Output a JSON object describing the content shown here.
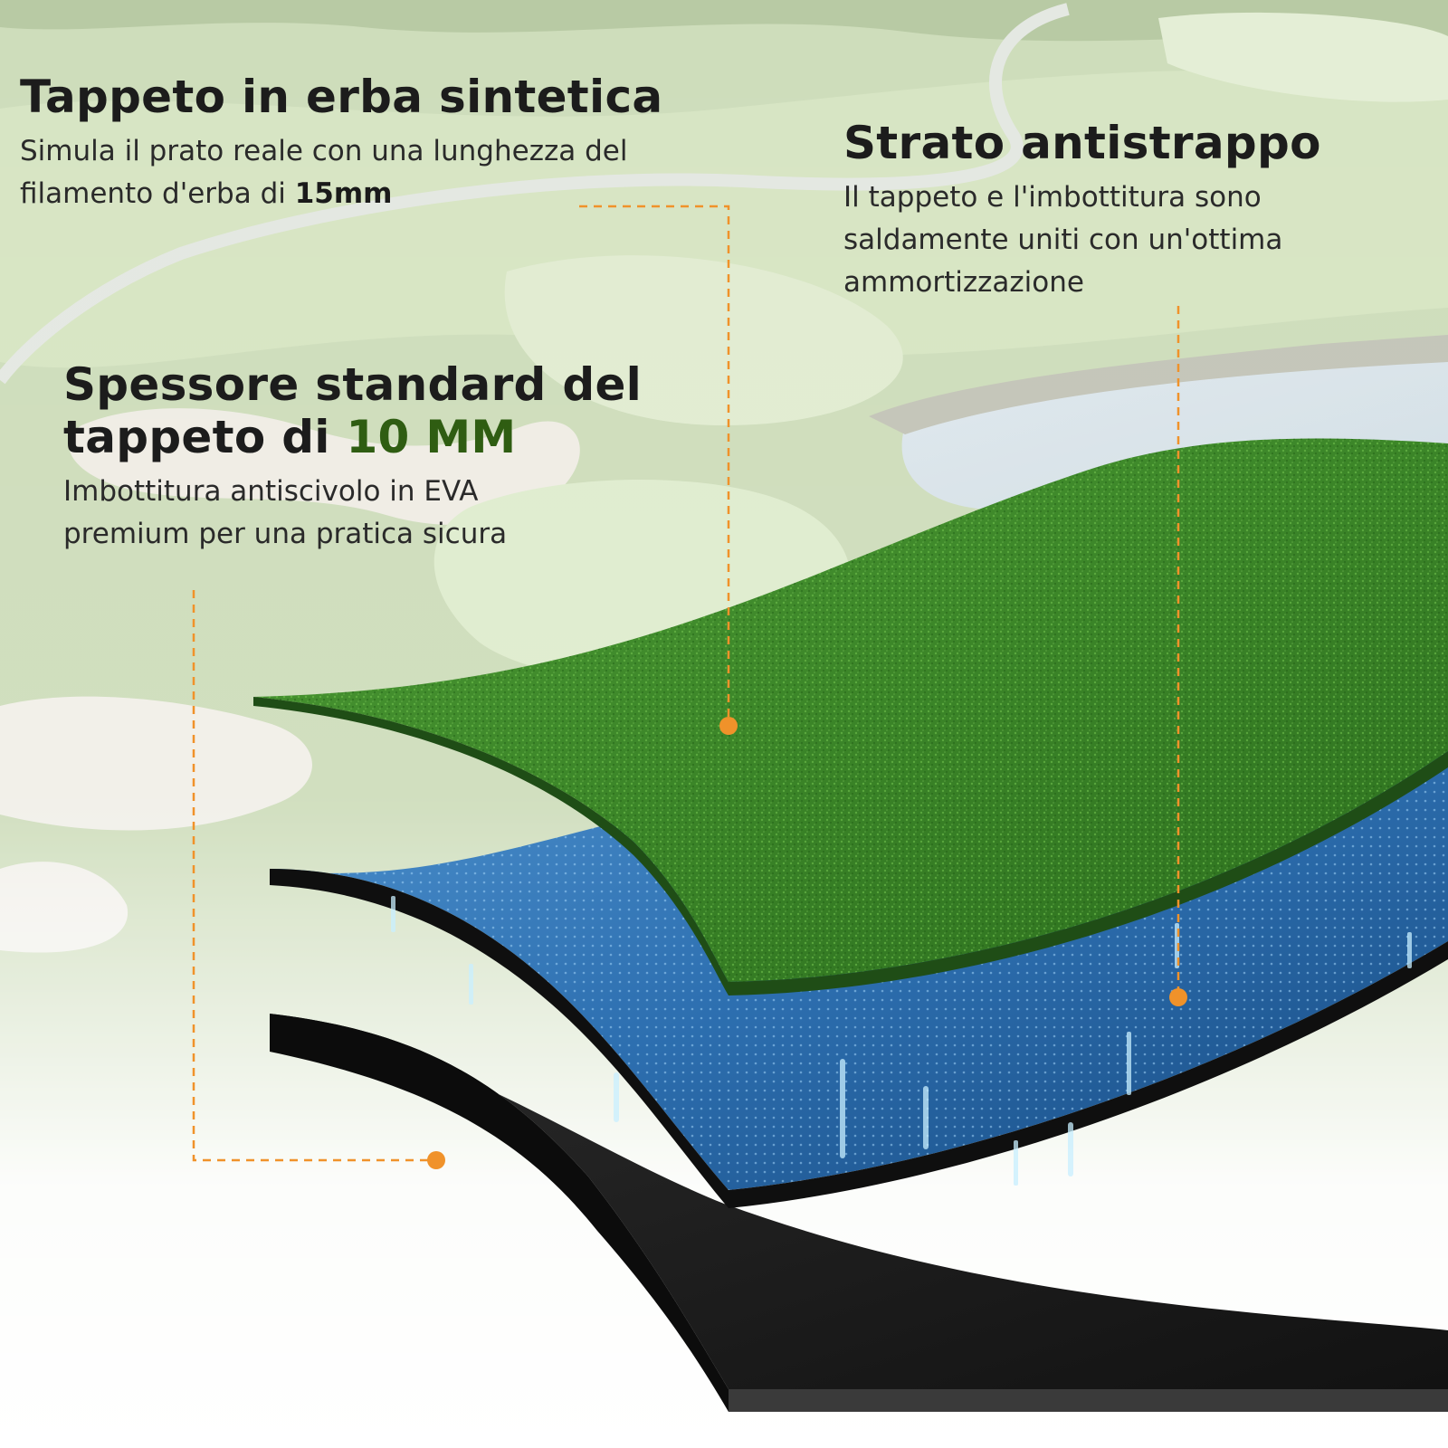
{
  "callouts": [
    {
      "title": "Tappeto in erba sintetica",
      "body_before": "Simula il prato reale con una lunghezza del filamento d'erba di ",
      "body_highlight": "15mm"
    },
    {
      "title": "Strato antistrappo",
      "body": "Il tappeto e l'imbottitura sono saldamente uniti con un'ottima ammortizzazione"
    },
    {
      "title_before": "Spessore standard del tappeto di ",
      "title_highlight": "10 MM",
      "body": "Imbottitura antiscivolo in EVA premium per una pratica sicura"
    }
  ],
  "colors": {
    "accent": "#f0922a",
    "highlight_green": "#2f5d12",
    "turf": "#3f8a2c",
    "foam": "#2f78b8",
    "base": "#1a1a1a"
  },
  "icons": [
    "golf-course-background",
    "turf-layer",
    "eva-foam-layer",
    "rubber-base-layer",
    "callout-dot"
  ]
}
